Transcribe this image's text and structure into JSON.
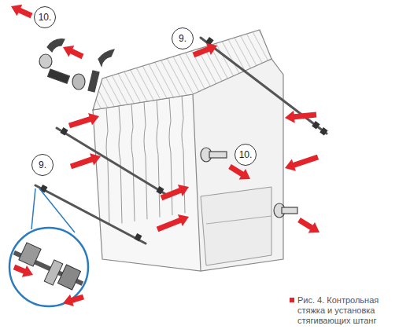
{
  "diagram": {
    "caption": "Рис. 4. Контрольная стяжка и установка стягивающих штанг",
    "nodes": [
      {
        "text": [
          "10."
        ]
      },
      {
        "text": [
          "9."
        ]
      },
      {
        "text": [
          "9."
        ]
      },
      {
        "text": [
          "10."
        ]
      }
    ]
  }
}
